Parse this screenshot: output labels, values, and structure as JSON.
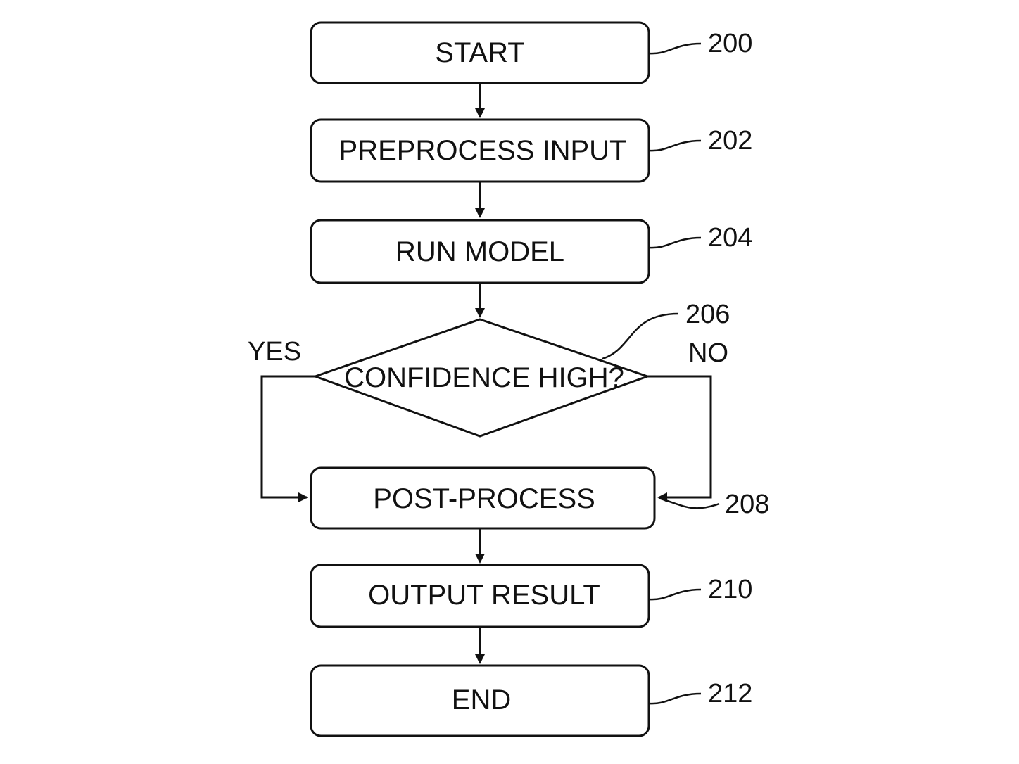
{
  "colors": {
    "stroke": "#111111",
    "background": "#ffffff"
  },
  "nodes": [
    {
      "id": "start",
      "label": "START",
      "ref": "200",
      "shape": "rounded-rect"
    },
    {
      "id": "preprocess",
      "label": "PREPROCESS INPUT",
      "ref": "202",
      "shape": "rounded-rect"
    },
    {
      "id": "run_model",
      "label": "RUN MODEL",
      "ref": "204",
      "shape": "rounded-rect"
    },
    {
      "id": "decision",
      "label": "CONFIDENCE HIGH?",
      "ref": "206",
      "shape": "diamond"
    },
    {
      "id": "post_process",
      "label": "POST-PROCESS",
      "ref": "208",
      "shape": "rounded-rect"
    },
    {
      "id": "output",
      "label": "OUTPUT RESULT",
      "ref": "210",
      "shape": "rounded-rect"
    },
    {
      "id": "end",
      "label": "END",
      "ref": "212",
      "shape": "rounded-rect"
    }
  ],
  "edges": [
    {
      "from": "start",
      "to": "preprocess"
    },
    {
      "from": "preprocess",
      "to": "run_model"
    },
    {
      "from": "run_model",
      "to": "decision"
    },
    {
      "from": "decision",
      "to": "post_process",
      "label": "YES"
    },
    {
      "from": "decision",
      "to": "post_process",
      "label": "NO"
    },
    {
      "from": "post_process",
      "to": "output"
    },
    {
      "from": "output",
      "to": "end"
    }
  ],
  "branches": {
    "yes": "YES",
    "no": "NO"
  }
}
